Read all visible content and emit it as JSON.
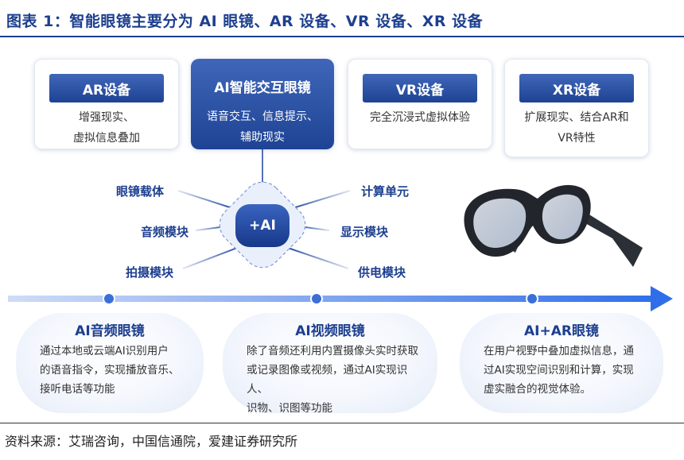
{
  "title": "图表 1：智能眼镜主要分为 AI 眼镜、AR 设备、VR 设备、XR 设备",
  "cards": [
    {
      "title": "AR设备",
      "desc": "增强现实、\n虚拟信息叠加"
    },
    {
      "title": "AI智能交互眼镜",
      "desc": "语音交互、信息提示、\n辅助现实"
    },
    {
      "title": "VR设备",
      "desc": "完全沉浸式虚拟体验"
    },
    {
      "title": "XR设备",
      "desc": "扩展现实、结合AR和\nVR特性"
    }
  ],
  "hub": "+AI",
  "spokes": {
    "left": [
      "眼镜载体",
      "音频模块",
      "拍摄模块"
    ],
    "right": [
      "计算单元",
      "显示模块",
      "供电模块"
    ]
  },
  "bottom": [
    {
      "title": "AI音频眼镜",
      "desc": "通过本地或云端AI识别用户\n的语音指令，实现播放音乐、\n接听电话等功能"
    },
    {
      "title": "AI视频眼镜",
      "desc": "除了音频还利用内置摄像头实时获取\n或记录图像或视频，通过AI实现识人、\n识物、识图等功能"
    },
    {
      "title": "AI+AR眼镜",
      "desc": "在用户视野中叠加虚拟信息，通\n过AI实现空间识别和计算，实现\n虚实融合的视觉体验。"
    }
  ],
  "source": "资料来源：艾瑞咨询，中国信通院，爱建证券研究所",
  "colors": {
    "primary": "#1d3f8f",
    "accent": "#2f6ee8",
    "card_header": "#2a4fa3"
  }
}
